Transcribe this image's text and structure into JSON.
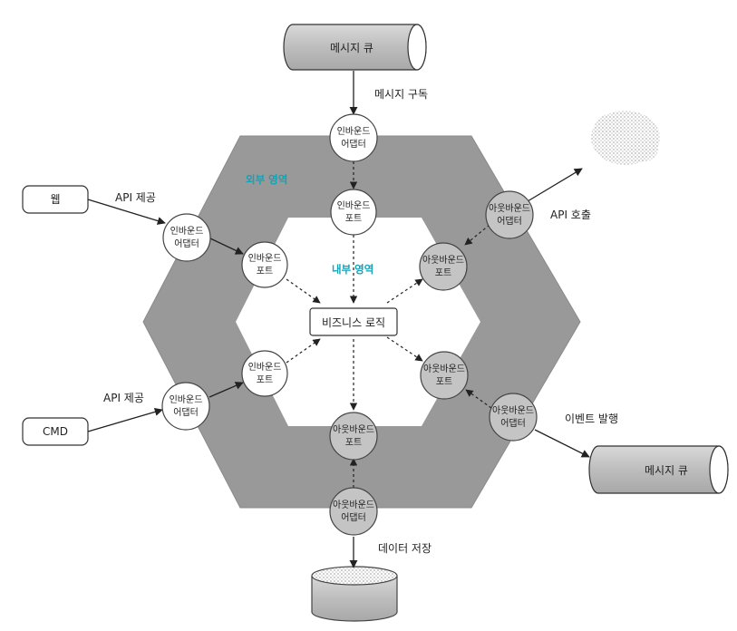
{
  "regions": {
    "outer": "외부 영역",
    "inner": "내부 영역"
  },
  "core": {
    "business_logic": "비즈니스 로직"
  },
  "external": {
    "message_queue_top": "메시지 큐",
    "message_queue_bottom": "메시지 큐",
    "web": "웹",
    "cmd": "CMD"
  },
  "adapters": {
    "inbound_top": [
      "인바운드",
      "어댑터"
    ],
    "inbound_web": [
      "인바운드",
      "어댑터"
    ],
    "inbound_cmd": [
      "인바운드",
      "어댑터"
    ],
    "outbound_api": [
      "아웃바운드",
      "어댑터"
    ],
    "outbound_event": [
      "아웃바운드",
      "어댑터"
    ],
    "outbound_db": [
      "아웃바운드",
      "어댑터"
    ]
  },
  "ports": {
    "inbound_top": [
      "인바운드",
      "포트"
    ],
    "inbound_left_top": [
      "인바운드",
      "포트"
    ],
    "inbound_left_bottom": [
      "인바운드",
      "포트"
    ],
    "outbound_right_top": [
      "아웃바운드",
      "포트"
    ],
    "outbound_right_bottom": [
      "아웃바운드",
      "포트"
    ],
    "outbound_bottom": [
      "아웃바운드",
      "포트"
    ]
  },
  "edge_labels": {
    "subscribe": "메시지 구독",
    "api_provide_web": "API 제공",
    "api_provide_cmd": "API 제공",
    "api_call": "API 호출",
    "event_publish": "이벤트 발행",
    "data_store": "데이터 저장"
  },
  "colors": {
    "outer_hex": "#999999",
    "inner_hex": "#ffffff",
    "outbound_fill": "#c4c4c4",
    "inbound_fill": "#ffffff",
    "region_text": "#12a3b8"
  }
}
